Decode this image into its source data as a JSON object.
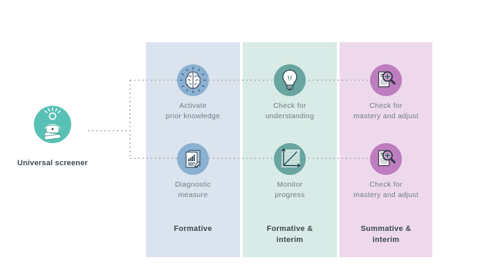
{
  "screener": {
    "label": "Universal screener",
    "icon": "person-laptop-icon",
    "circle_color": "#59c0b5"
  },
  "columns": [
    {
      "id": "formative",
      "footer_label": "Formative",
      "background_color": "#dbe4ee",
      "circle_color": "#8ab0d2",
      "items": [
        {
          "icon": "brain-icon",
          "label": "Activate\nprior knowledge"
        },
        {
          "icon": "document-chart-icon",
          "label": "Diagnostic\nmeasure"
        }
      ]
    },
    {
      "id": "formative-interim",
      "footer_label": "Formative &\ninterim",
      "background_color": "#d8ebe6",
      "circle_color": "#69a5a0",
      "items": [
        {
          "icon": "lightbulb-icon",
          "label": "Check for\nunderstanding"
        },
        {
          "icon": "progress-chart-icon",
          "label": "Monitor\nprogress"
        }
      ]
    },
    {
      "id": "summative-interim",
      "footer_label": "Summative &\ninterim",
      "background_color": "#eed9ec",
      "circle_color": "#bd7dbe",
      "items": [
        {
          "icon": "magnifier-document-icon",
          "label": "Check for\nmastery and adjust"
        },
        {
          "icon": "magnifier-document-icon",
          "label": "Check for\nmastery and adjust"
        }
      ]
    }
  ],
  "palette": {
    "connector": "#b4babf",
    "label_text": "#6f7c87",
    "heading_text": "#3b4851",
    "page_background": "#ffffff"
  }
}
